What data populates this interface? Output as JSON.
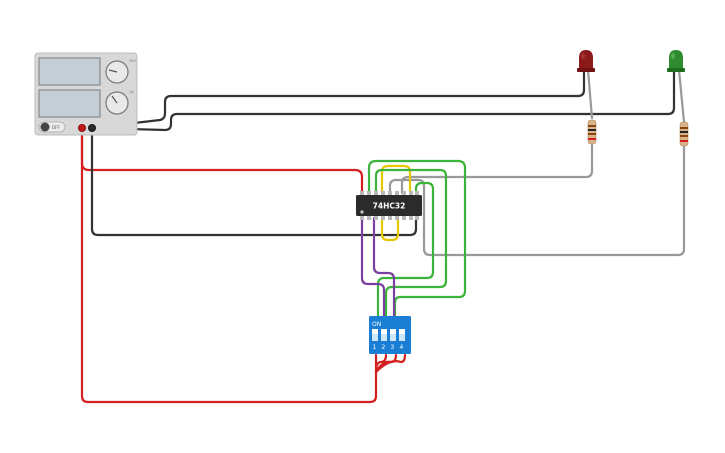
{
  "power_supply": {
    "off_label": "OFF",
    "knob_top_label": "10V",
    "knob_bottom_label": "1A"
  },
  "ic": {
    "label": "74HC32"
  },
  "dip_switch": {
    "on_label": "ON",
    "switch_numbers": [
      "1",
      "2",
      "3",
      "4"
    ]
  },
  "leds": [
    {
      "color_name": "red",
      "color": "#8b1a1a"
    },
    {
      "color_name": "green",
      "color": "#2e8b2e"
    }
  ],
  "wire_colors": {
    "red": "#d42020",
    "black": "#333333",
    "gray": "#999999",
    "yellow": "#e6c800",
    "green": "#3cb43c",
    "purple": "#7b3fa0",
    "switch_blue": "#1a7fd4"
  }
}
